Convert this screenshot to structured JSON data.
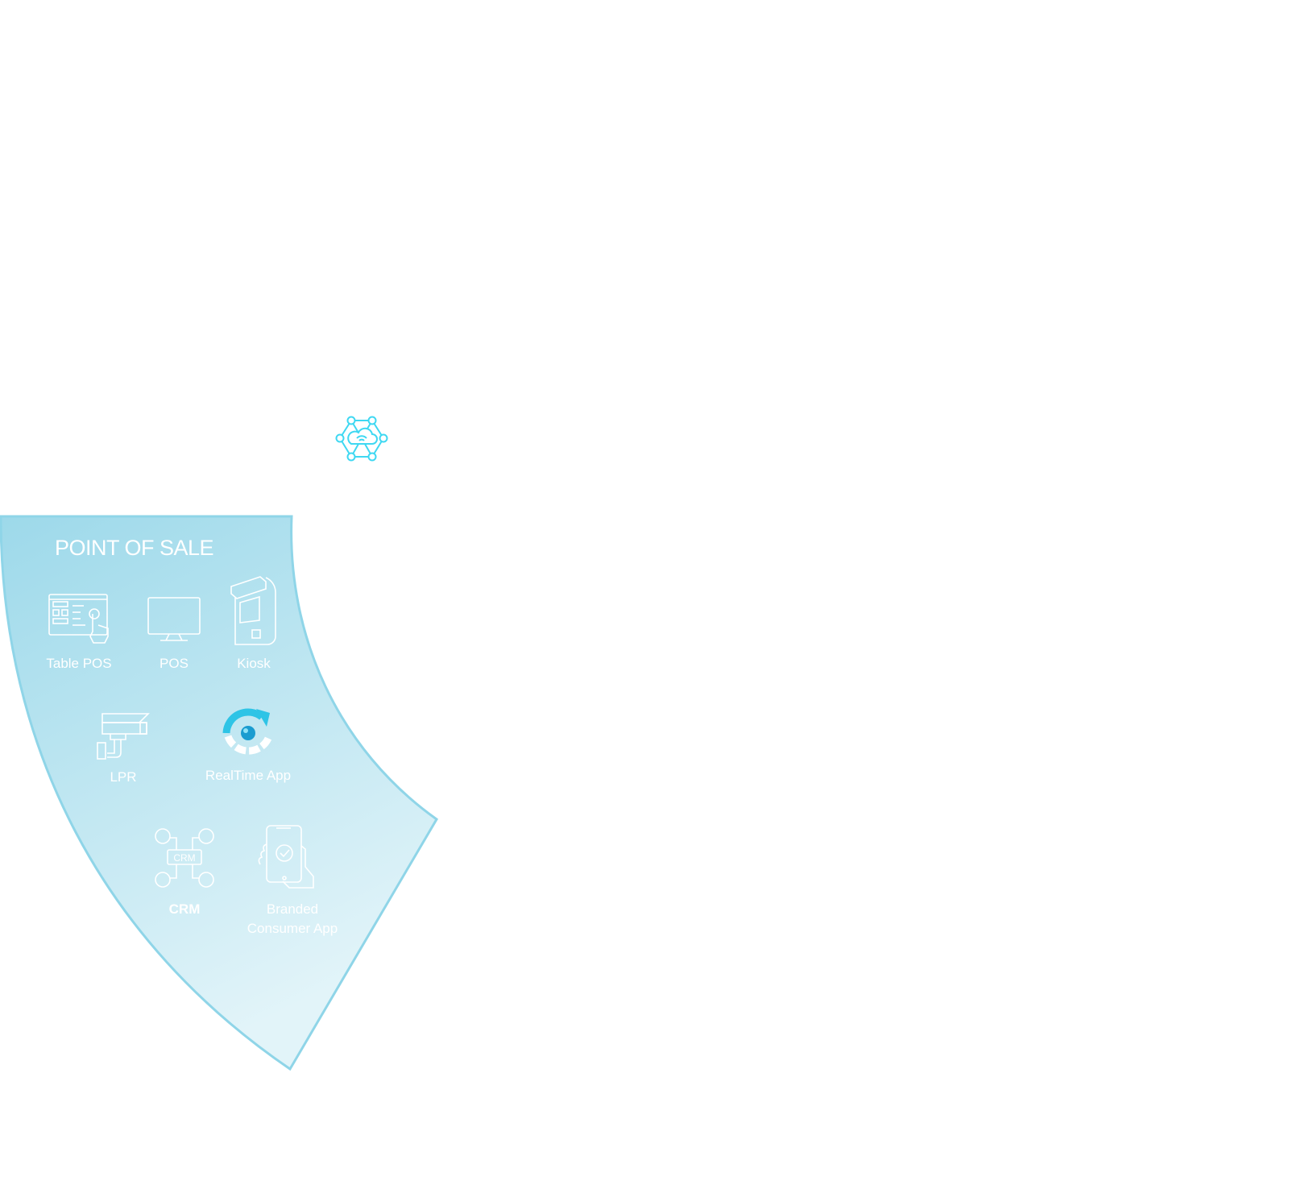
{
  "section": {
    "title": "POINT OF SALE"
  },
  "items": [
    {
      "label": "Table POS",
      "icon": "touch-screen-icon"
    },
    {
      "label": "POS",
      "icon": "monitor-icon"
    },
    {
      "label": "Kiosk",
      "icon": "kiosk-icon"
    },
    {
      "label": "LPR",
      "icon": "camera-icon"
    },
    {
      "label": "RealTime App",
      "icon": "realtime-sync-icon"
    },
    {
      "label": "CRM",
      "icon": "crm-network-icon",
      "icon_text": "CRM"
    },
    {
      "label_line1": "Branded",
      "label_line2": "Consumer App",
      "icon": "phone-hand-icon"
    }
  ],
  "colors": {
    "panel_top": "#9dd9ea",
    "panel_bottom": "#e0f3f8",
    "accent": "#2ec4e6",
    "network": "#3fd8f2"
  }
}
